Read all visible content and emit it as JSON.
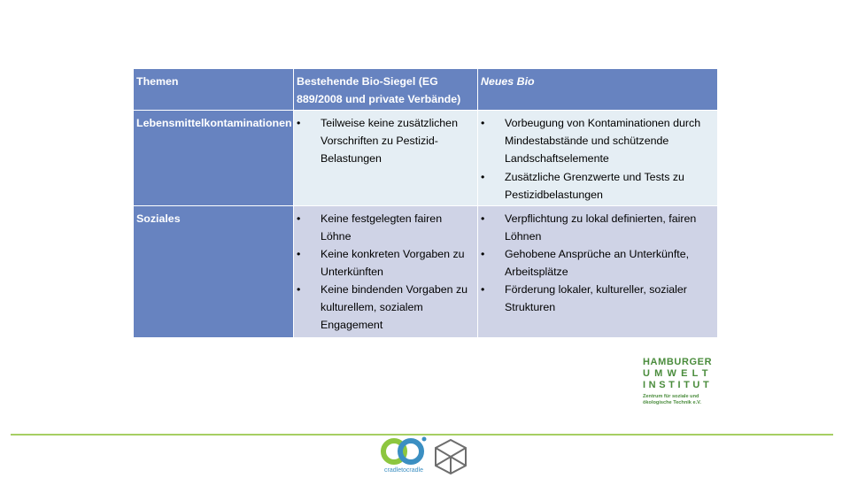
{
  "table": {
    "headers": [
      "Themen",
      "Bestehende Bio-Siegel (EG 889/2008 und private Verbände)",
      "Neues Bio"
    ],
    "rows": [
      {
        "topic": "Lebensmittelkontaminationen",
        "existing": [
          "Teilweise keine zusätzlichen Vorschriften zu Pestizid-Belastungen"
        ],
        "new": [
          "Vorbeugung von Kontaminationen durch Mindestabstände und schützende Landschaftselemente",
          "Zusätzliche Grenzwerte und Tests zu Pestizidbelastungen"
        ]
      },
      {
        "topic": "Soziales",
        "existing": [
          "Keine festgelegten fairen Löhne",
          "Keine konkreten Vorgaben zu Unterkünften",
          "Keine bindenden Vorgaben zu kulturellem, sozialem Engagement"
        ],
        "new": [
          "Verpflichtung zu lokal definierten, fairen Löhnen",
          "Gehobene Ansprüche an Unterkünfte, Arbeitsplätze",
          "Förderung lokaler, kultureller, sozialer Strukturen"
        ]
      }
    ],
    "bullet": "•"
  },
  "logo_hui": {
    "line1": "HAMBURGER",
    "line2": "UMWELT",
    "line3": "INSTITUT",
    "line4": "Zentrum für soziale und",
    "line5": "ökologische Technik e.V."
  },
  "logo_c2c": {
    "text": "cradletocradle"
  },
  "colors": {
    "header_blue": "#6783c0",
    "row_light": "#e5eef4",
    "row_lavender": "#cfd3e6",
    "green": "#4a8c3c",
    "divider": "#a6cf63"
  }
}
